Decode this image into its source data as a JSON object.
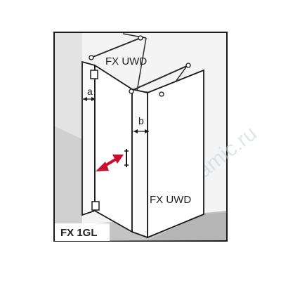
{
  "labels": {
    "top_panel": "FX UWD",
    "side_panel": "FX UWD",
    "dimension_a": "a",
    "dimension_b": "b",
    "model": "FX 1GL"
  },
  "watermark": "www.ceramic.ru",
  "colors": {
    "frame_border": "#1a1a1a",
    "wall": "#d6d6d6",
    "floor": "#bfbfbf",
    "glass_edge": "#1a1a1a",
    "swing_arrow": "#c8102e",
    "watermark": "#c9d3dc"
  }
}
